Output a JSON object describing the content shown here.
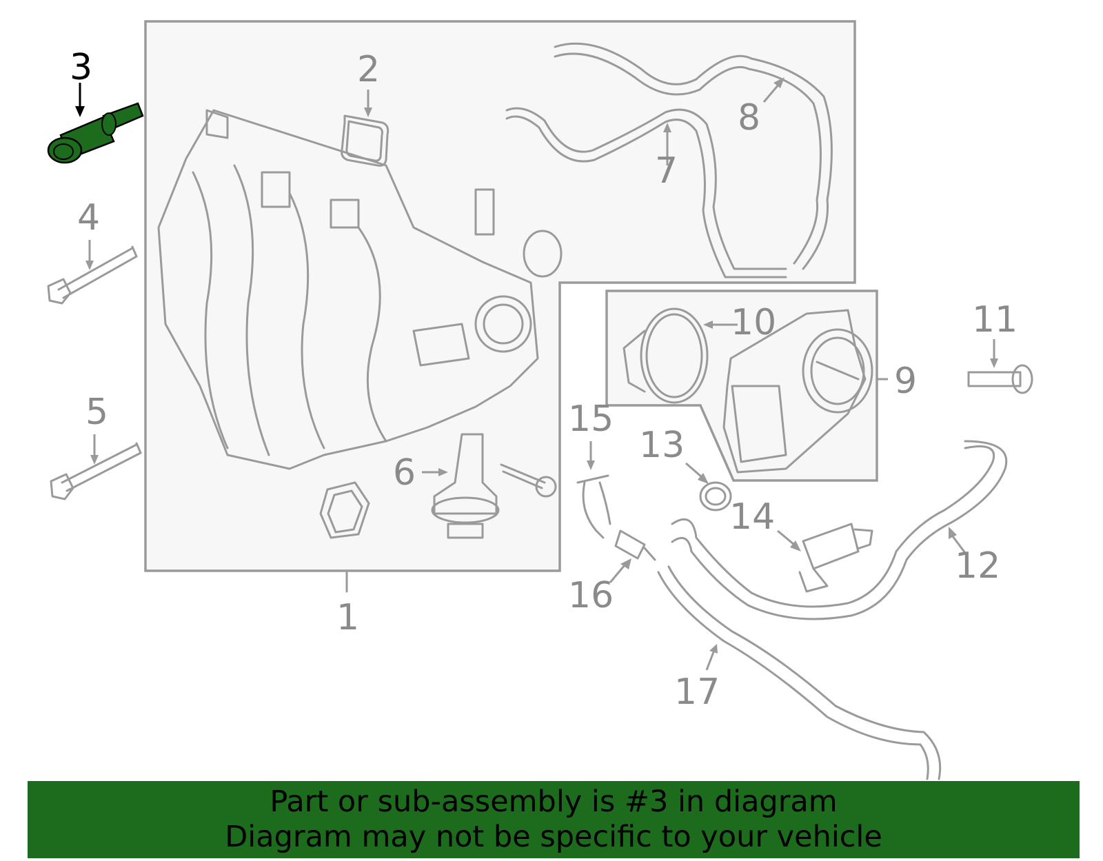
{
  "callouts": {
    "c1": "1",
    "c2": "2",
    "c3": "3",
    "c4": "4",
    "c5": "5",
    "c6": "6",
    "c7": "7",
    "c8": "8",
    "c9": "9",
    "c10": "10",
    "c11": "11",
    "c12": "12",
    "c13": "13",
    "c14": "14",
    "c15": "15",
    "c16": "16",
    "c17": "17"
  },
  "highlight_part": "3",
  "colors": {
    "highlight_part": "#1d6b1c",
    "banner_background": "#1d6b1c",
    "line_art": "#9a9a9a"
  },
  "banner": {
    "line1": "Part or sub-assembly is #3 in diagram",
    "line2": "Diagram may not be specific to your vehicle"
  }
}
